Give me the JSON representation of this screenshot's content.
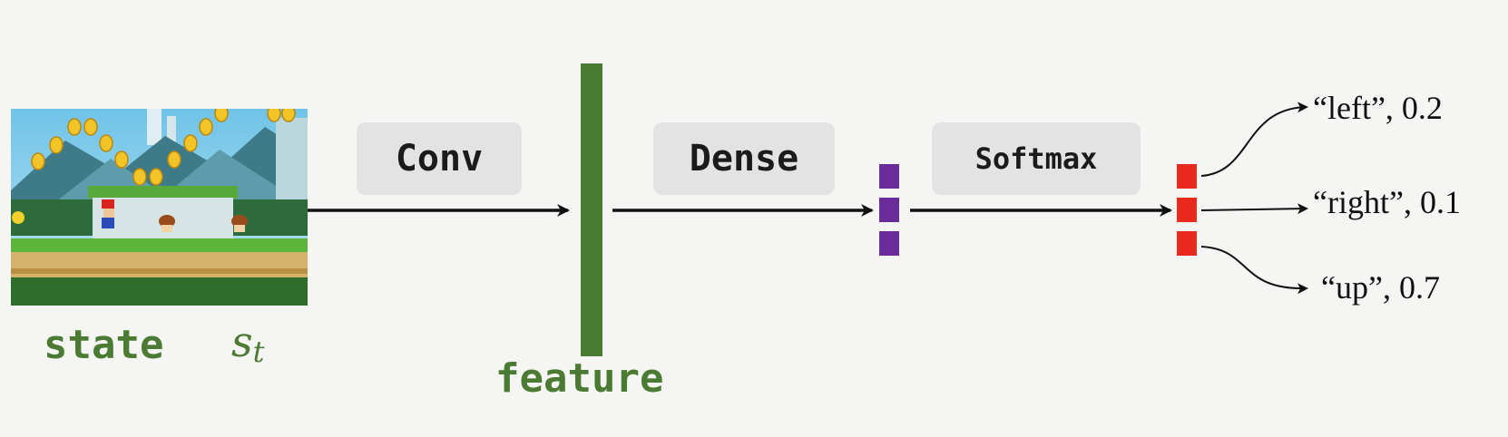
{
  "diagram": {
    "input": {
      "label": "state",
      "variable": "s",
      "subscript": "t",
      "image": "super-mario-run-game-screenshot"
    },
    "ops": {
      "conv": "Conv",
      "dense": "Dense",
      "softmax": "Softmax"
    },
    "feature": {
      "label": "feature"
    },
    "outputs": [
      {
        "text": "“left”, 0.2",
        "action": "left",
        "prob": 0.2
      },
      {
        "text": "“right”, 0.1",
        "action": "right",
        "prob": 0.1
      },
      {
        "text": "“up”, 0.7",
        "action": "up",
        "prob": 0.7
      }
    ],
    "colors": {
      "background": "#f5f5f4",
      "feature_bar": "#4b7a32",
      "dense_units": "#6a2c9a",
      "softmax_units": "#e8291c",
      "label_green": "#4b7a32",
      "op_box": "#e3e3e3"
    }
  }
}
